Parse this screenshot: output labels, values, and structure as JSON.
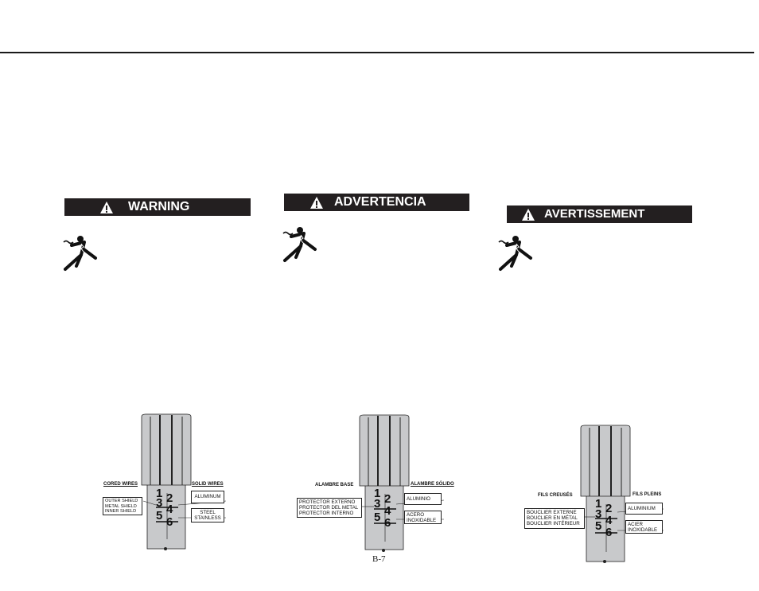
{
  "page_number": "B-7",
  "colors": {
    "banner_bg": "#231f20",
    "banner_text": "#ffffff",
    "knob_fill": "#c8c9cb",
    "rule": "#1a1a1a"
  },
  "icons": {
    "banner": "warning-triangle-icon",
    "hazard": "electric-shock-icon"
  },
  "columns": [
    {
      "lang": "en",
      "banner": "WARNING",
      "cored_label": "CORED WIRES",
      "solid_label": "SOLID WIRES",
      "shield_lines": [
        "OUTER SHIELD",
        "METAL SHIELD",
        "INNER SHIELD"
      ],
      "metal_top": [
        "ALUMINUM"
      ],
      "metal_bottom": [
        "STEEL",
        "STAINLESS"
      ],
      "digits": [
        "1",
        "2",
        "3",
        "4",
        "5",
        "6"
      ]
    },
    {
      "lang": "es",
      "banner": "ADVERTENCIA",
      "cored_label": "ALAMBRE BASE",
      "solid_label": "ALAMBRE SÓLIDO",
      "shield_lines": [
        "PROTECTOR EXTERNO",
        "PROTECTOR DEL METAL",
        "PROTECTOR INTERNO"
      ],
      "metal_top": [
        "ALUMINIO"
      ],
      "metal_bottom": [
        "ACERO",
        "INOXIDABLE"
      ],
      "digits": [
        "1",
        "2",
        "3",
        "4",
        "5",
        "6"
      ]
    },
    {
      "lang": "fr",
      "banner": "AVERTISSEMENT",
      "cored_label": "FILS CREUSÉS",
      "solid_label": "FILS PLEINS",
      "shield_lines": [
        "BOUCLIER EXTERNE",
        "BOUCLIER EN MÉTAL",
        "BOUCLIER INTÉRIEUR"
      ],
      "metal_top": [
        "ALUMINIUM"
      ],
      "metal_bottom": [
        "ACIER",
        "INOXIDABLE"
      ],
      "digits": [
        "1",
        "2",
        "3",
        "4",
        "5",
        "6"
      ]
    }
  ]
}
